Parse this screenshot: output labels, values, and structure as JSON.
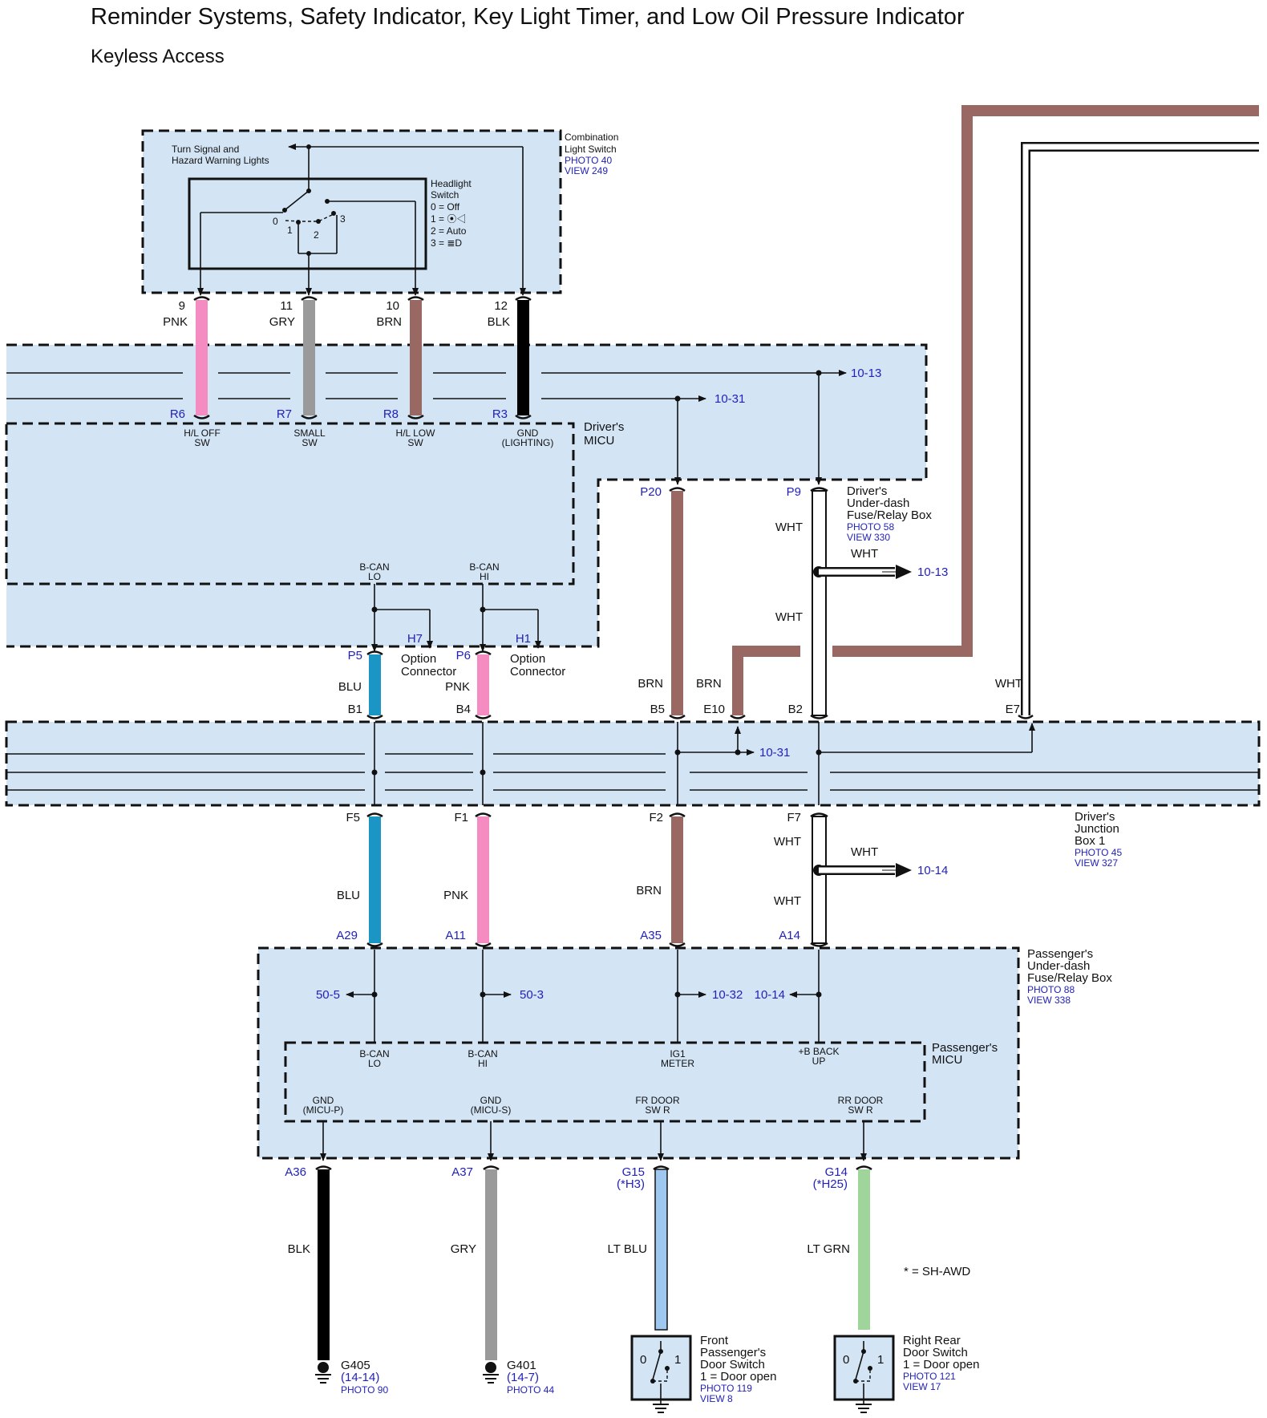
{
  "title": "Reminder Systems, Safety Indicator, Key Light Timer, and Low Oil Pressure Indicator",
  "subtitle": "Keyless Access",
  "colors": {
    "PNK": "#f48cc2",
    "GRY": "#9a9a9a",
    "BRN": "#9a6862",
    "BLK": "#000000",
    "BLU": "#1b96c4",
    "WHT": "#ffffff",
    "LT BLU": "#9ec8ef",
    "LT GRN": "#9fd49a",
    "panel": "#d3e4f5",
    "ref": "#2222bb"
  },
  "combination_switch": {
    "name_lines": [
      "Combination",
      "Light Switch"
    ],
    "ref_lines": [
      "PHOTO 40",
      "VIEW 249"
    ],
    "turn_signal_lines": [
      "Turn Signal and",
      "Hazard Warning Lights"
    ],
    "headlight_lines": [
      "Headlight",
      "Switch",
      "0 = Off",
      "1 = ⦿◁",
      "2 = Auto",
      "3 = ≣D"
    ],
    "positions": [
      "0",
      "1",
      "2",
      "3"
    ]
  },
  "top_wires": [
    {
      "pin": "9",
      "color": "PNK",
      "term": "R6",
      "func": [
        "H/L OFF",
        "SW"
      ]
    },
    {
      "pin": "11",
      "color": "GRY",
      "term": "R7",
      "func": [
        "SMALL",
        "SW"
      ]
    },
    {
      "pin": "10",
      "color": "BRN",
      "term": "R8",
      "func": [
        "H/L LOW",
        "SW"
      ]
    },
    {
      "pin": "12",
      "color": "BLK",
      "term": "R3",
      "func": [
        "GND",
        "(LIGHTING)"
      ]
    }
  ],
  "drivers_micu": {
    "name_lines": [
      "Driver's",
      "MICU"
    ],
    "can_lo": [
      "B-CAN",
      "LO"
    ],
    "can_hi": [
      "B-CAN",
      "HI"
    ]
  },
  "refs_top": {
    "r1": "10-13",
    "r2": "10-31"
  },
  "option_connectors": [
    {
      "pin": "H7",
      "lines": [
        "Option",
        "Connector"
      ]
    },
    {
      "pin": "H1",
      "lines": [
        "Option",
        "Connector"
      ]
    }
  ],
  "drivers_fuse_box": {
    "name_lines": [
      "Driver's",
      "Under-dash",
      "Fuse/Relay Box"
    ],
    "ref_lines": [
      "PHOTO 58",
      "VIEW 330"
    ]
  },
  "fuse_box_wires": {
    "p5": "P5",
    "p6": "P6",
    "p20": "P20",
    "p9": "P9",
    "blu": "BLU",
    "pnk": "PNK",
    "brn": "BRN",
    "wht": "WHT",
    "brn_e10": "BRN",
    "wht_e7": "WHT",
    "wht_branch": "WHT",
    "ref_branch": "10-13"
  },
  "junction_box": {
    "name_lines": [
      "Driver's",
      "Junction",
      "Box 1"
    ],
    "ref_lines": [
      "PHOTO 45",
      "VIEW 327"
    ],
    "top_pins": [
      "B1",
      "B4",
      "B5",
      "E10",
      "B2",
      "E7"
    ],
    "bottom_pins": [
      "F5",
      "F1",
      "F2",
      "F7"
    ],
    "ref_mid": "10-31"
  },
  "lower_wires": {
    "blu": "BLU",
    "pnk": "PNK",
    "brn": "BRN",
    "wht1": "WHT",
    "wht2": "WHT",
    "wht_branch": "WHT",
    "ref_branch": "10-14",
    "terms": [
      "A29",
      "A11",
      "A35",
      "A14"
    ]
  },
  "passenger_fuse_box": {
    "name_lines": [
      "Passenger's",
      "Under-dash",
      "Fuse/Relay Box"
    ],
    "ref_lines": [
      "PHOTO 88",
      "VIEW 338"
    ],
    "refs": [
      "50-5",
      "50-3",
      "10-32",
      "10-14"
    ]
  },
  "passenger_micu": {
    "name_lines": [
      "Passenger's",
      "MICU"
    ],
    "inputs": [
      [
        "B-CAN",
        "LO"
      ],
      [
        "B-CAN",
        "HI"
      ],
      [
        "IG1",
        "METER"
      ],
      [
        "+B BACK",
        "UP"
      ]
    ],
    "outputs": [
      [
        "GND",
        "(MICU-P)"
      ],
      [
        "GND",
        "(MICU-S)"
      ],
      [
        "FR DOOR",
        "SW R"
      ],
      [
        "RR DOOR",
        "SW R"
      ]
    ]
  },
  "bottom_wires": [
    {
      "term": "A36",
      "term2": "",
      "color": "BLK"
    },
    {
      "term": "A37",
      "term2": "",
      "color": "GRY"
    },
    {
      "term": "G15",
      "term2": "(*H3)",
      "color": "LT BLU"
    },
    {
      "term": "G14",
      "term2": "(*H25)",
      "color": "LT GRN"
    }
  ],
  "grounds": [
    {
      "name": "G405",
      "ref": "(14-14)",
      "photo": "PHOTO 90"
    },
    {
      "name": "G401",
      "ref": "(14-7)",
      "photo": "PHOTO 44"
    }
  ],
  "door_switches": [
    {
      "name_lines": [
        "Front",
        "Passenger's",
        "Door Switch",
        "1 = Door open"
      ],
      "ref_lines": [
        "PHOTO 119",
        "VIEW 8"
      ]
    },
    {
      "name_lines": [
        "Right Rear",
        "Door Switch",
        "1 = Door open"
      ],
      "ref_lines": [
        "PHOTO 121",
        "VIEW 17"
      ]
    }
  ],
  "footnote": "* = SH-AWD"
}
